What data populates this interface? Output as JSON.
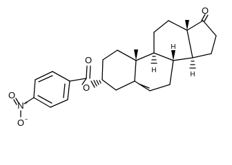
{
  "atoms": {
    "ketone_o": "O",
    "carbonyl_o": "O",
    "ester_o": "O",
    "nitro_n": "N",
    "nitro_n_charge": "+",
    "nitro_o1": "O",
    "nitro_o2": "O",
    "nitro_o2_charge": "−",
    "h9": "H",
    "h8": "H",
    "h14": "H"
  },
  "colors": {
    "line": "#000000",
    "background": "#ffffff"
  }
}
